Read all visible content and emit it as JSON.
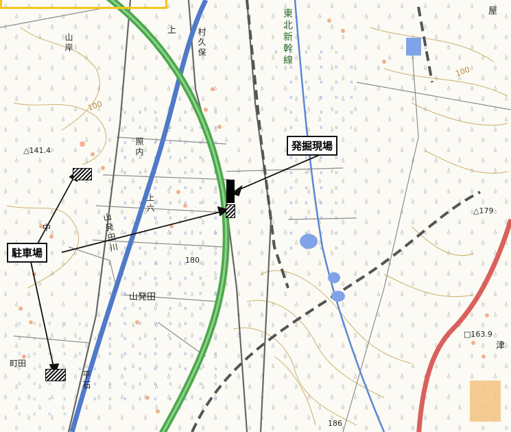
{
  "labels": {
    "tohoku_shinkansen": "東北新幹線",
    "excavation_site": "発掘現場",
    "parking": "駐車場",
    "sanpachigawa": "山発田川",
    "kamiroku": "上六",
    "teruuchi": "照内",
    "yamahatta": "山発田",
    "machida": "町田",
    "hiraishi": "平石",
    "yamagishi": "山岸",
    "kami": "上",
    "murakubo": "村久保",
    "naka": "中",
    "tsuri": "津",
    "ya": "屋"
  },
  "spot_heights": {
    "h141": "△141.4",
    "h179": "△179",
    "h180": "180",
    "h186": "186",
    "h163": "□163.9"
  },
  "contours": {
    "c100a": "100",
    "c100b": "100"
  },
  "colors": {
    "shinkansen": "#4aa84a",
    "river": "#4f79c9",
    "highway": "#d9605c",
    "contour": "#c9a65f",
    "road": "#777777",
    "background": "#fbfaf4",
    "yellow": "#f5c518"
  }
}
